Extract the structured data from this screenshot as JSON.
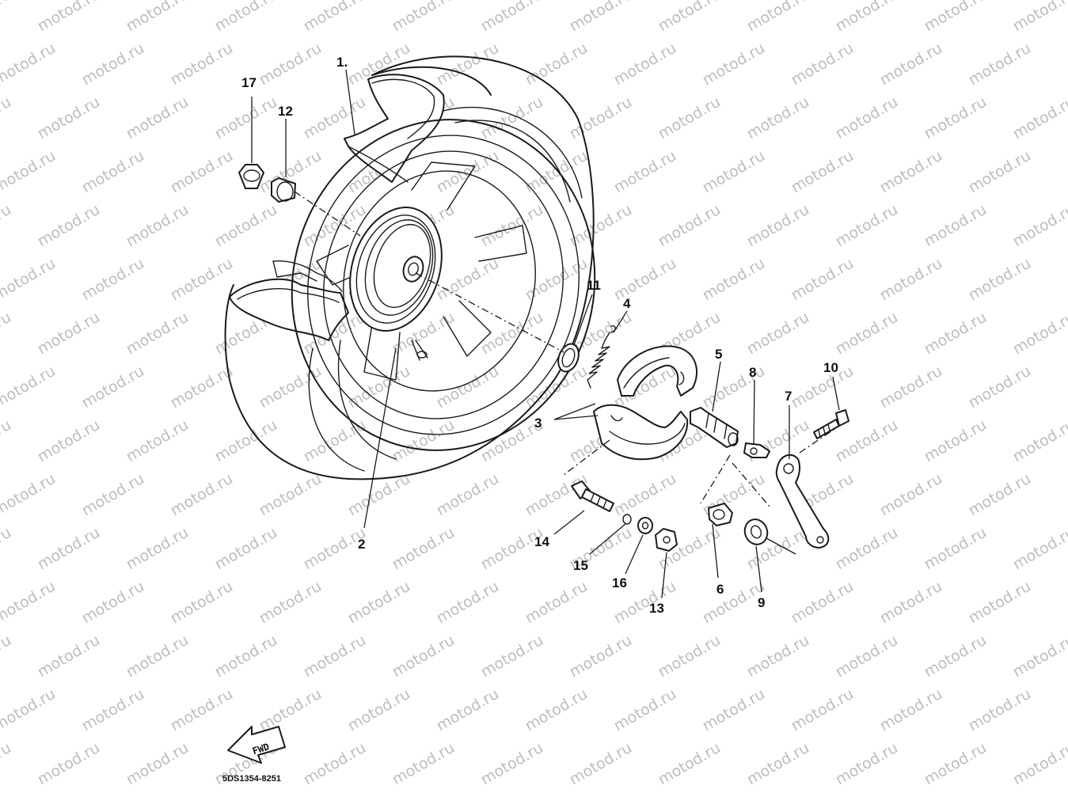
{
  "watermark": {
    "text": "motod.ru"
  },
  "diagram_code": "5DS1354-8251",
  "fwd_arrow": {
    "text": "FWD"
  },
  "callouts": [
    {
      "id": "1",
      "text": "1."
    },
    {
      "id": "2",
      "text": "2"
    },
    {
      "id": "3",
      "text": "3"
    },
    {
      "id": "4",
      "text": "4"
    },
    {
      "id": "5",
      "text": "5"
    },
    {
      "id": "6",
      "text": "6"
    },
    {
      "id": "7",
      "text": "7"
    },
    {
      "id": "8",
      "text": "8"
    },
    {
      "id": "9",
      "text": "9"
    },
    {
      "id": "10",
      "text": "10"
    },
    {
      "id": "11",
      "text": "11"
    },
    {
      "id": "12",
      "text": "12"
    },
    {
      "id": "13",
      "text": "13"
    },
    {
      "id": "14",
      "text": "14"
    },
    {
      "id": "15",
      "text": "15"
    },
    {
      "id": "16",
      "text": "16"
    },
    {
      "id": "17",
      "text": "17"
    }
  ]
}
